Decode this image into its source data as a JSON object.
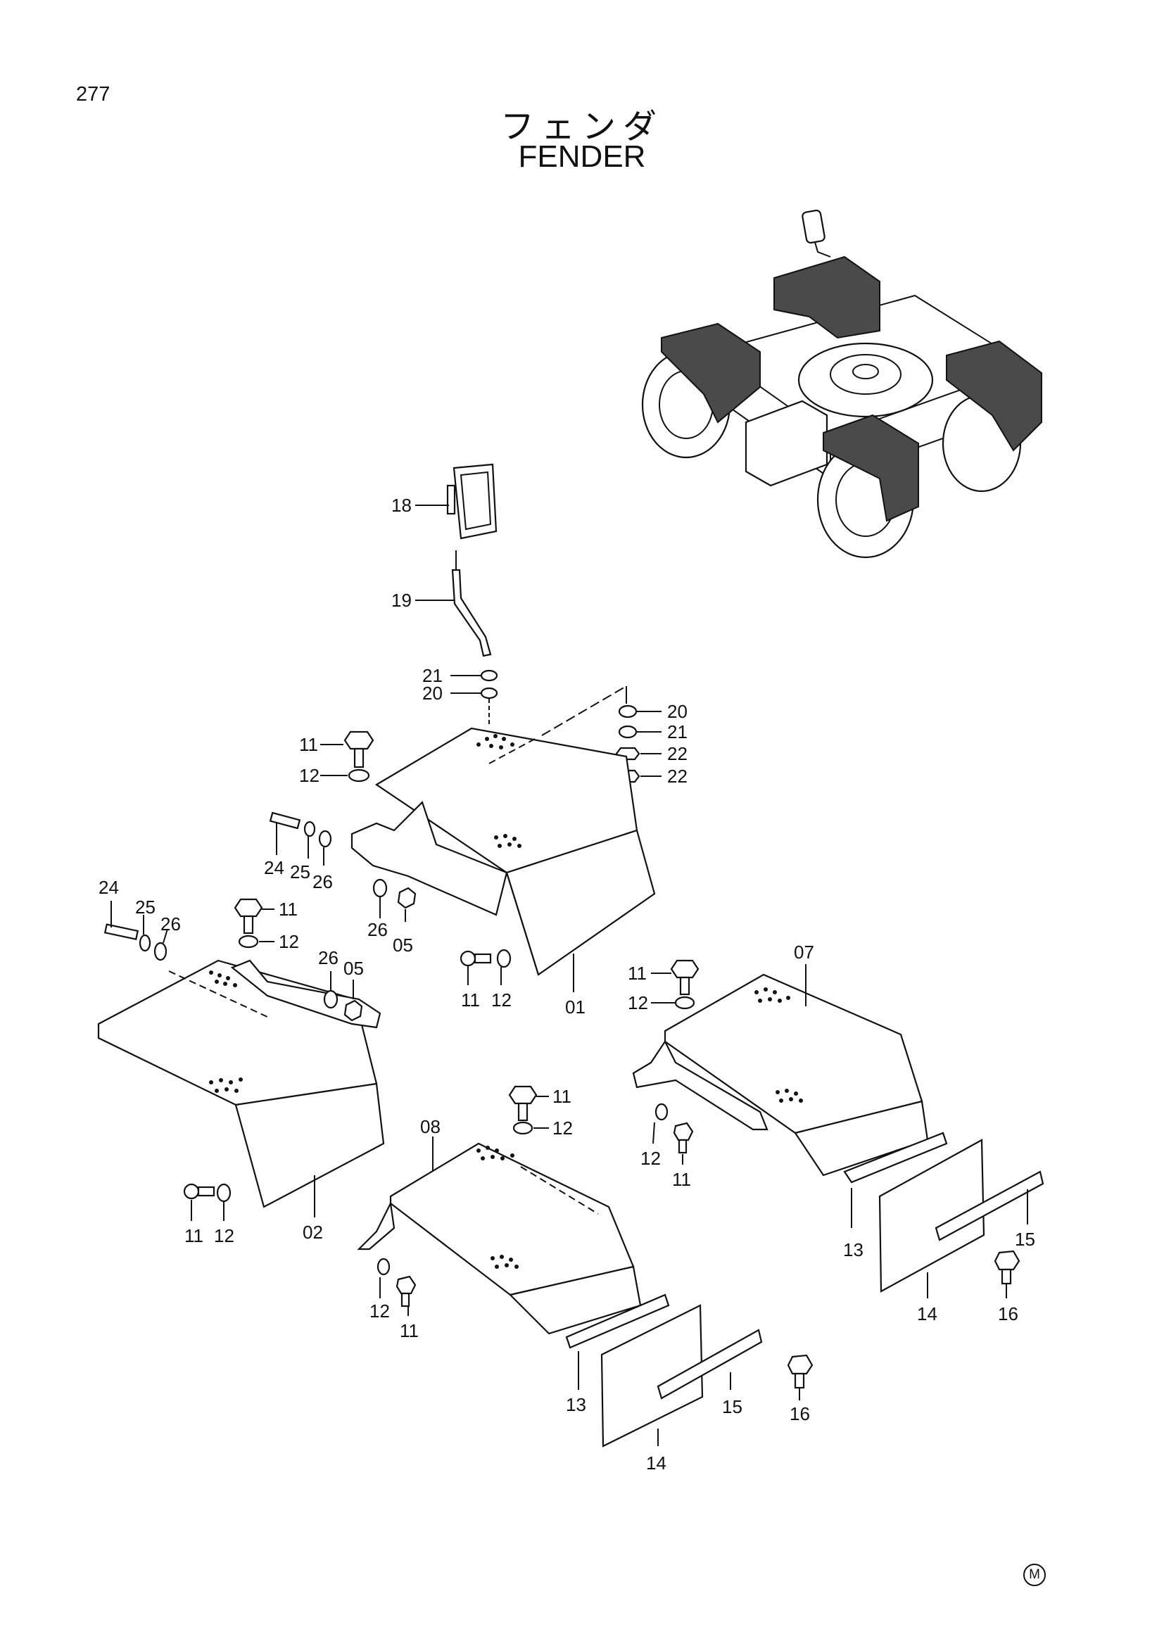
{
  "page_number": "277",
  "title_jp": "フェンダ",
  "title_en": "FENDER",
  "corner_mark": "M",
  "callouts": {
    "c18": "18",
    "c19": "19",
    "c21a": "21",
    "c20a": "20",
    "c20b": "20",
    "c21b": "21",
    "c22a": "22",
    "c22b": "22",
    "c11a": "11",
    "c12a": "12",
    "c24a": "24",
    "c25a": "25",
    "c26a": "26",
    "c26b": "26",
    "c05a": "05",
    "c24b": "24",
    "c25b": "25",
    "c26c": "26",
    "c11b": "11",
    "c12b": "12",
    "c26d": "26",
    "c05b": "05",
    "c11c": "11",
    "c12c": "12",
    "c01": "01",
    "c07": "07",
    "c11d": "11",
    "c12d": "12",
    "c12e": "12",
    "c11e": "11",
    "c13a": "13",
    "c14a": "14",
    "c15a": "15",
    "c16a": "16",
    "c11f": "11",
    "c12f": "12",
    "c08": "08",
    "c12g": "12",
    "c11g": "11",
    "c11h": "11",
    "c12h": "12",
    "c02": "02",
    "c13b": "13",
    "c14b": "14",
    "c15b": "15",
    "c16b": "16"
  }
}
